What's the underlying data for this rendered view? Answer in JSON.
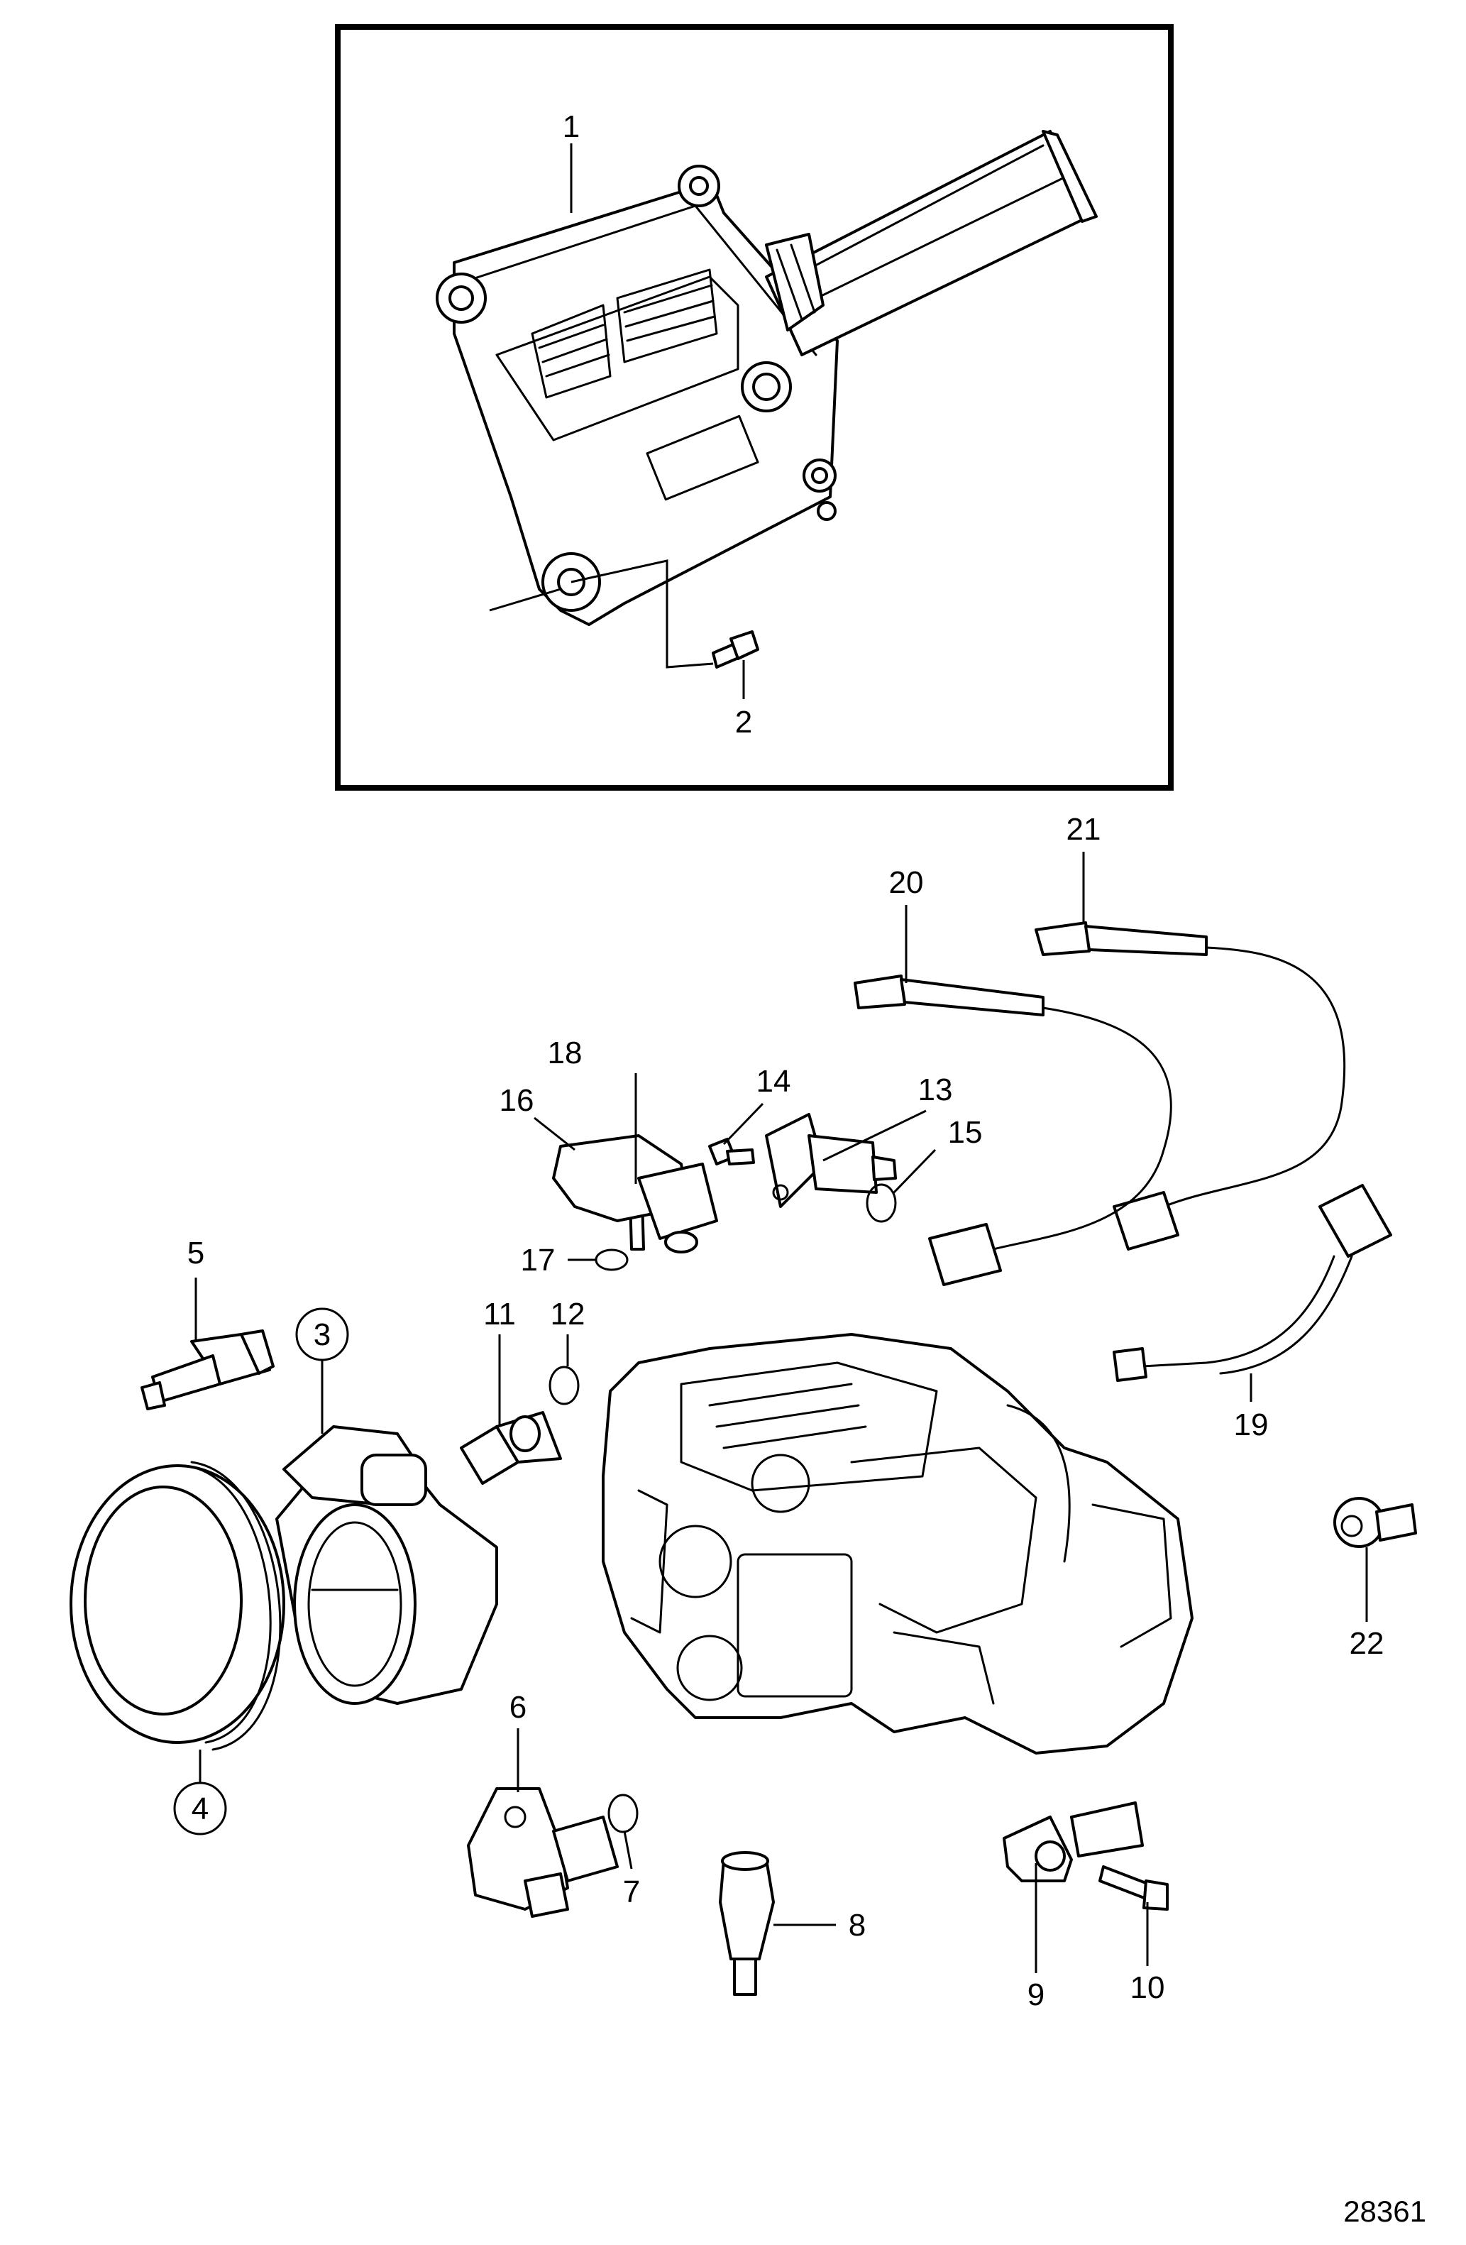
{
  "callouts": {
    "c1": "1",
    "c2": "2",
    "c3": "3",
    "c4": "4",
    "c5": "5",
    "c6": "6",
    "c7": "7",
    "c8": "8",
    "c9": "9",
    "c10": "10",
    "c11": "11",
    "c12": "12",
    "c13": "13",
    "c14": "14",
    "c15": "15",
    "c16": "16",
    "c17": "17",
    "c18": "18",
    "c19": "19",
    "c20": "20",
    "c21": "21",
    "c22": "22"
  },
  "figure_number": "28361"
}
